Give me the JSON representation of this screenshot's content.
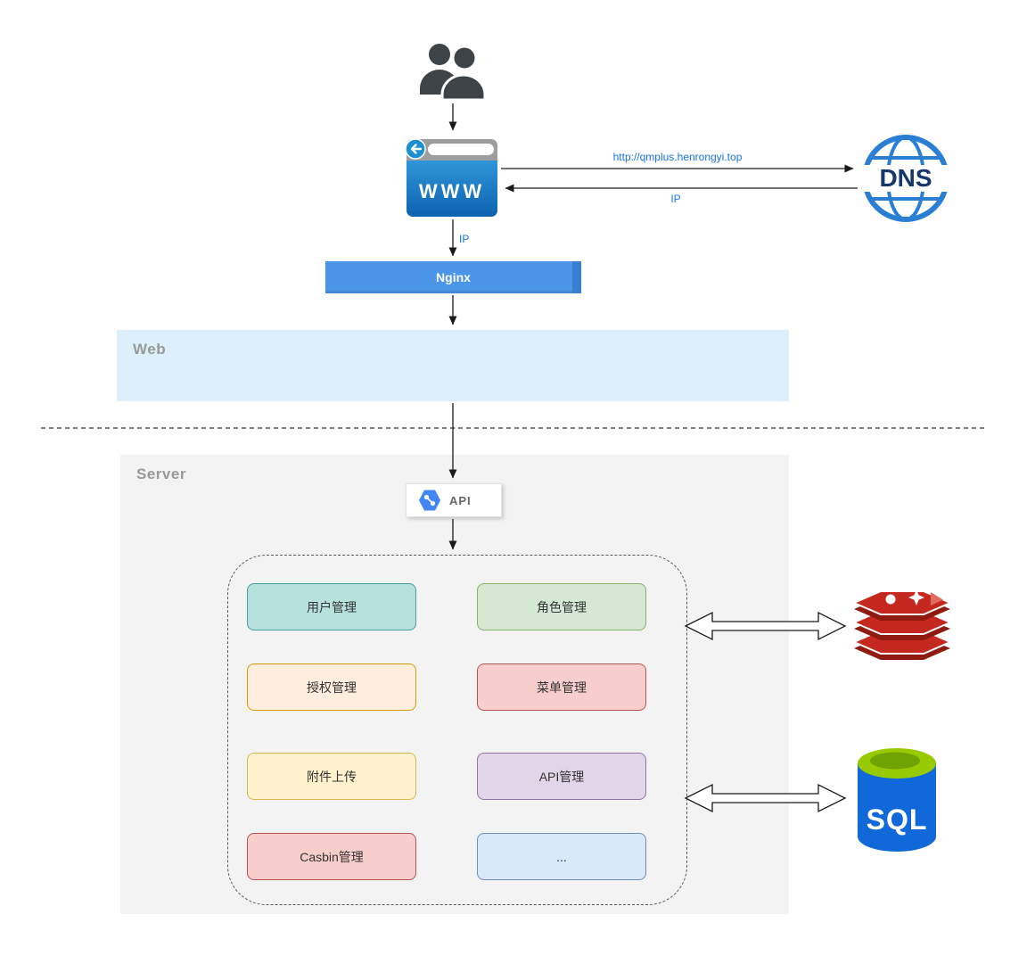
{
  "diagram": {
    "browser": {
      "label": "WWW"
    },
    "dns": {
      "label": "DNS"
    },
    "nginx": {
      "label": "Nginx"
    },
    "api": {
      "label": "API"
    },
    "zones": {
      "web": {
        "label": "Web"
      },
      "server": {
        "label": "Server"
      }
    },
    "connectors": {
      "dns_request_url": "http://qmplus.henrongyi.top",
      "dns_response": "IP",
      "browser_to_nginx": "IP"
    },
    "modules": [
      {
        "label": "用户管理",
        "fill": "#b7e1dd",
        "stroke": "#45a19a"
      },
      {
        "label": "角色管理",
        "fill": "#d5e8d4",
        "stroke": "#82b366"
      },
      {
        "label": "授权管理",
        "fill": "#ffeedd",
        "stroke": "#d79b00"
      },
      {
        "label": "菜单管理",
        "fill": "#f8cecc",
        "stroke": "#b85450"
      },
      {
        "label": "附件上传",
        "fill": "#fff2cc",
        "stroke": "#d6b656"
      },
      {
        "label": "API管理",
        "fill": "#e1d5e7",
        "stroke": "#9673a6"
      },
      {
        "label": "Casbin管理",
        "fill": "#f8cecc",
        "stroke": "#b85450"
      },
      {
        "label": "...",
        "fill": "#dae8fc",
        "stroke": "#6c8ebf"
      }
    ],
    "datastores": {
      "sql": {
        "label": "SQL"
      },
      "redis": {
        "icon": "redis-icon"
      }
    },
    "icons": {
      "users": "users-icon",
      "browser": "browser-window-icon",
      "dns": "dns-globe-icon",
      "api": "api-hexagon-icon",
      "redis": "redis-icon",
      "sql": "sql-database-icon"
    },
    "colors": {
      "connector_label": "#1a73e8",
      "nginx_fill": "#4a95e8",
      "web_zone_fill": "#ddeffb",
      "server_zone_fill": "#f3f3f3",
      "zone_label": "#999999",
      "browser_blue": "#1374c9",
      "dns_blue": "#2a7fd4",
      "redis_red": "#c5281f",
      "sql_blue": "#1168d8",
      "sql_green": "#97ca00"
    }
  }
}
